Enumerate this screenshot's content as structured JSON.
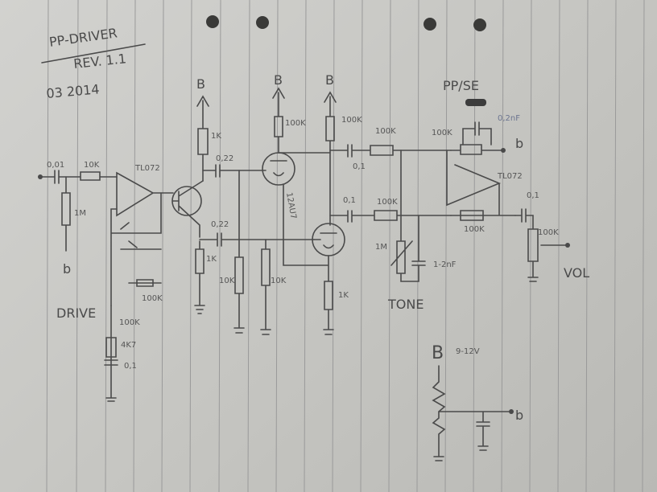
{
  "header": {
    "title": "PP-DRIVER",
    "revision": "REV. 1.1",
    "date": "03 2014"
  },
  "labels": {
    "c_in": "0,01",
    "r_in": "10K",
    "opamp1": "TL072",
    "r_bias": "1M",
    "bias_node1": "b",
    "drive": "DRIVE",
    "r_drive": "100K",
    "r_fb": "100K",
    "r_4k7": "4K7",
    "c_drive": "0,1",
    "supply1": "B",
    "r_coll": "1K",
    "c_022a": "0,22",
    "c_022b": "0,22",
    "r_emit": "1K",
    "r_grid1": "10K",
    "r_grid2": "10K",
    "supply2": "B",
    "r_plate1": "100K",
    "tube": "12AU7",
    "supply3": "B",
    "r_plate2": "100K",
    "r_cath": "1K",
    "c_out1": "0,1",
    "r_mix1": "100K",
    "c_out2": "0,1",
    "r_mix2": "100K",
    "r_tone": "1M",
    "c_tone": "1-2nF",
    "tone": "TONE",
    "ppse": "PP/SE",
    "r_sum": "100K",
    "c_fb": "0,2nF",
    "bias_node2": "b",
    "opamp2": "TL072",
    "r_fb2": "100K",
    "c_vol": "0,1",
    "r_vol": "100K",
    "vol": "VOL",
    "supply4": "B",
    "supply_range": "9-12V",
    "bias_node3": "b"
  }
}
